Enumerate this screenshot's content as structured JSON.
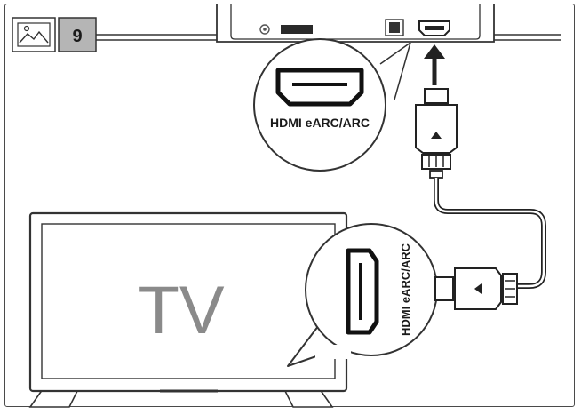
{
  "step": {
    "number": "9",
    "icon": "image-icon"
  },
  "callouts": {
    "soundbar_port_label": "HDMI eARC/ARC",
    "tv_port_label": "HDMI eARC/ARC"
  },
  "tv": {
    "label": "TV"
  },
  "colors": {
    "line": "#2a2a2a",
    "tv_text": "#8a8a8a",
    "step_badge_bg": "#b5b5b5"
  }
}
